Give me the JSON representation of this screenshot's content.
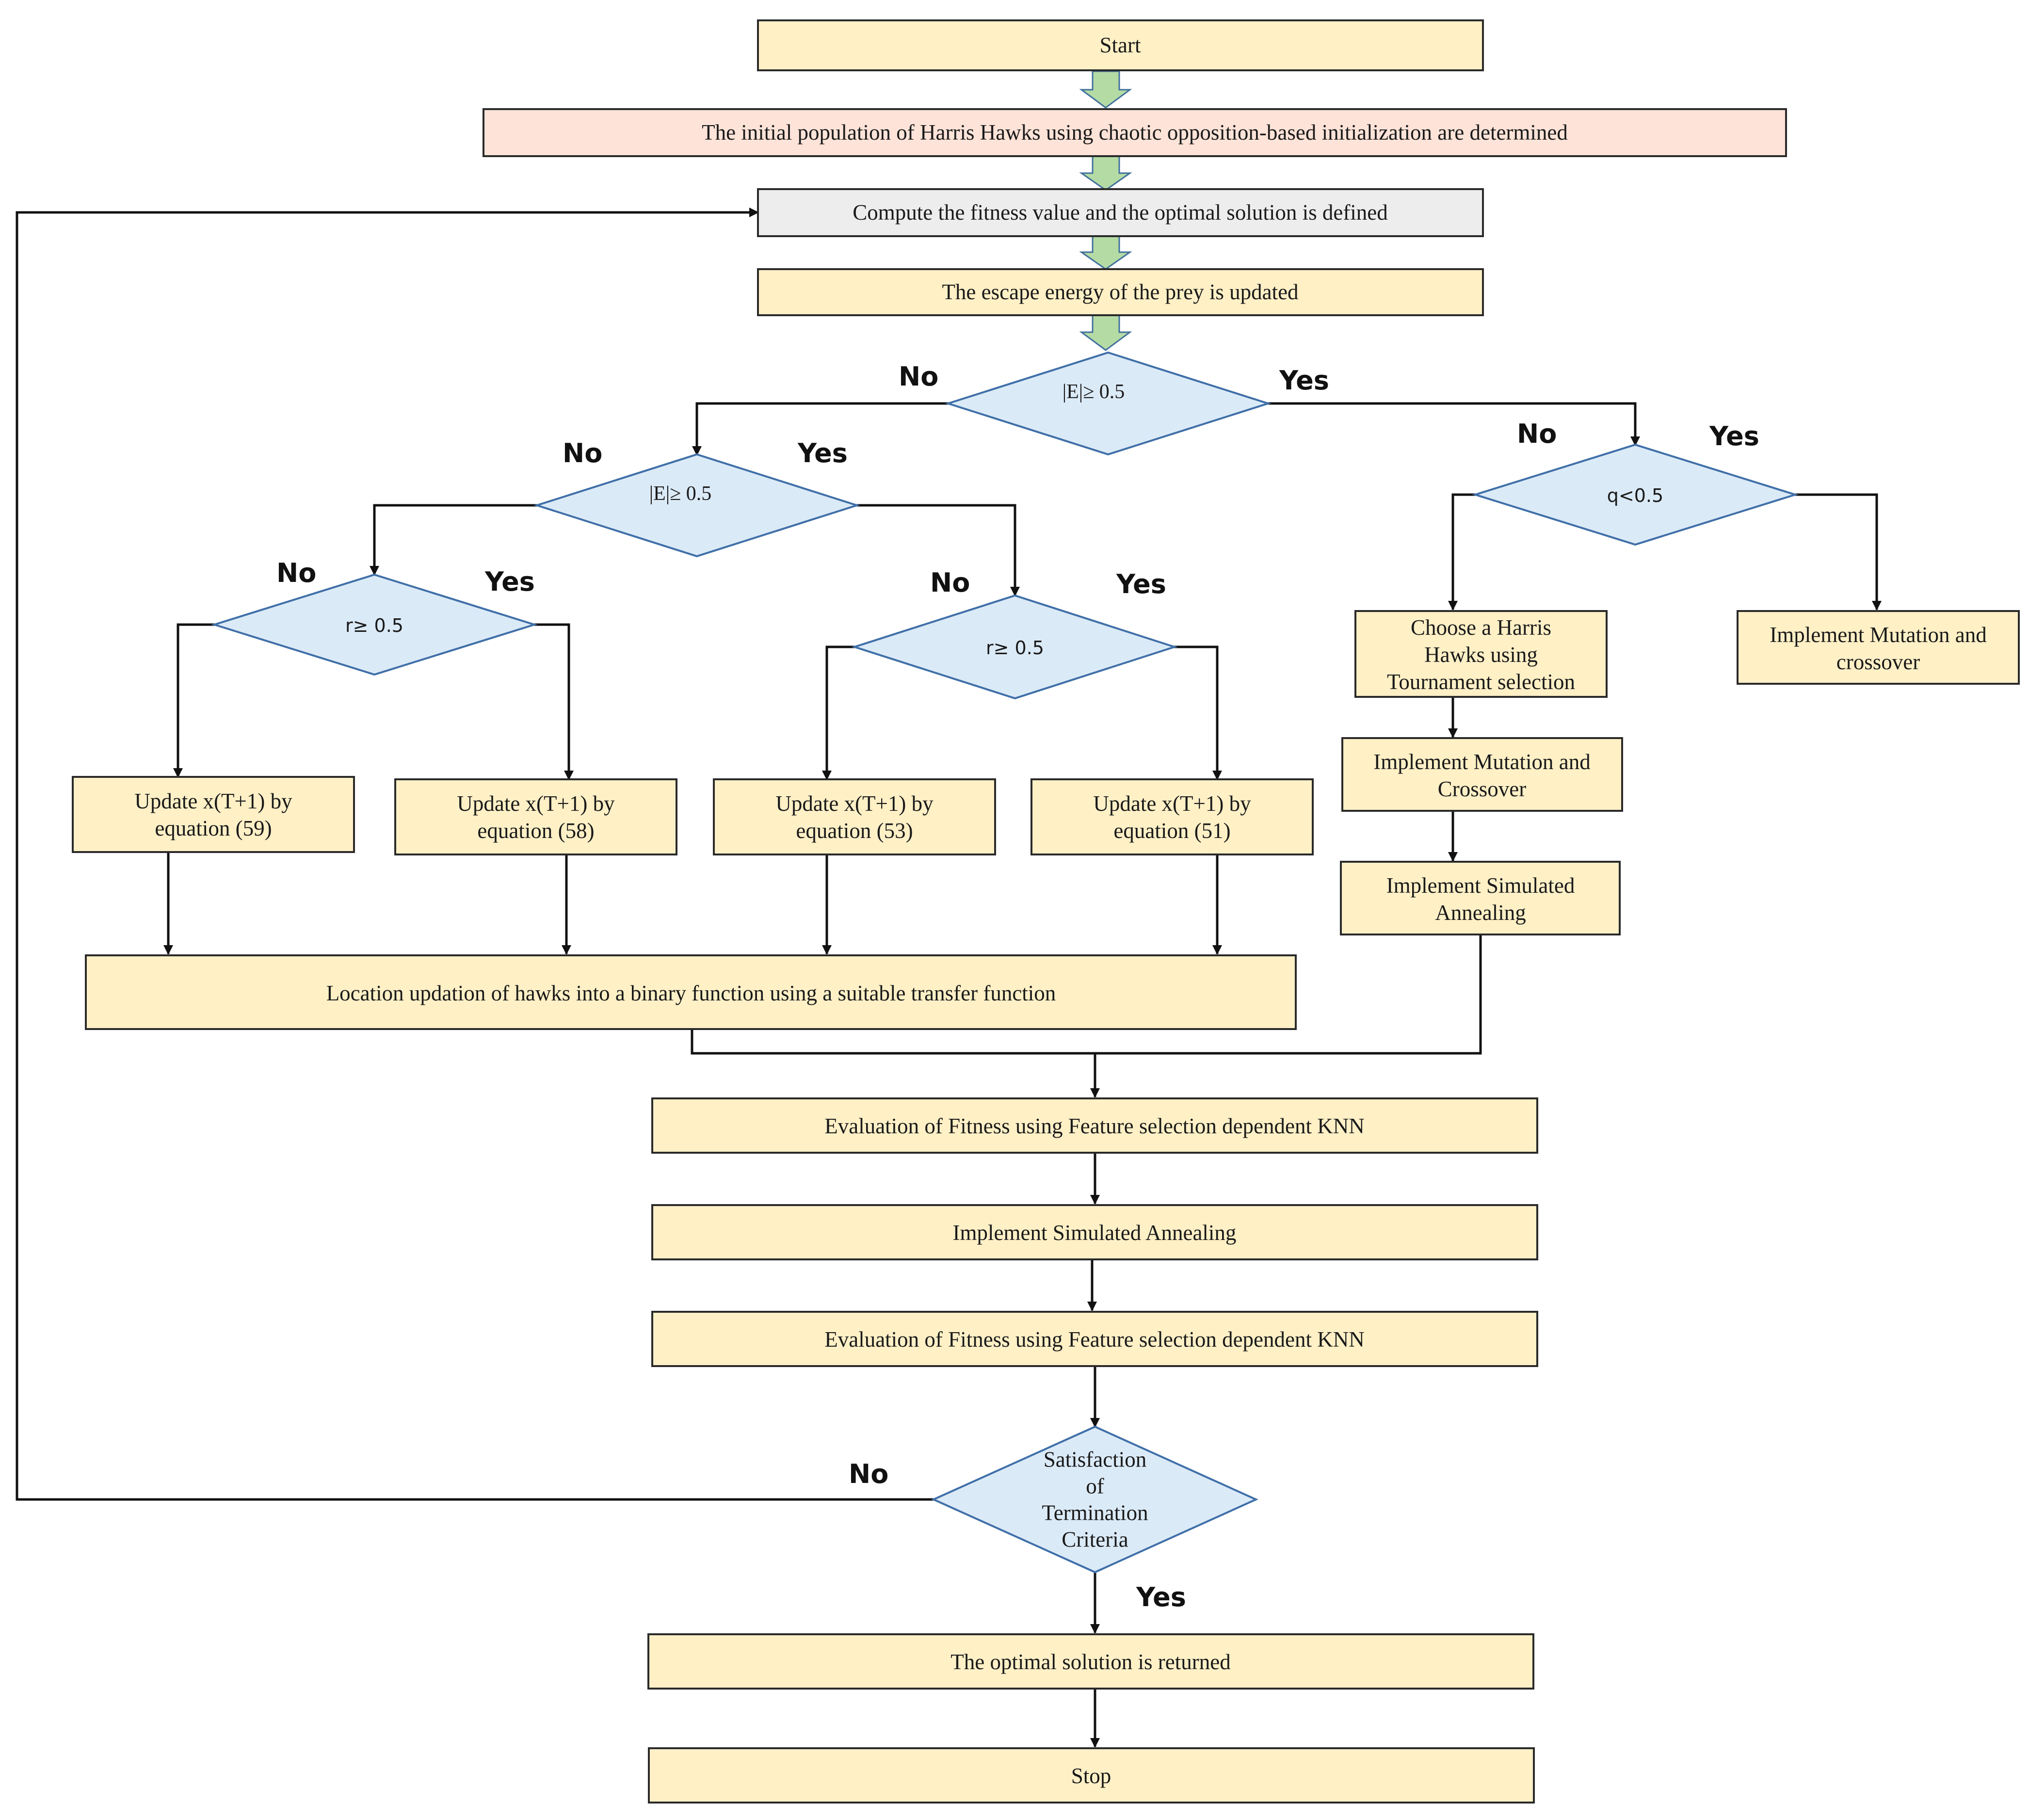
{
  "colors": {
    "process_fill": "#FFF0C6",
    "init_fill": "#FDE3D8",
    "compute_fill": "#EDEDED",
    "decision_fill": "#DBEAF7",
    "decision_stroke": "#3F6FA8",
    "box_stroke": "#2a2a2a",
    "arrow_fill": "#B5DBA5",
    "arrow_stroke": "#41719C"
  },
  "nodes": {
    "start": [
      "Start"
    ],
    "init": [
      "The initial population of Harris Hawks using chaotic opposition-based initialization are determined"
    ],
    "compute": [
      "Compute the fitness value and the optimal solution is defined"
    ],
    "escape": [
      "The escape energy of the prey is updated"
    ],
    "d_main": [
      "|E|≥ 0.5"
    ],
    "d_left": [
      "|E|≥ 0.5"
    ],
    "d_q": [
      "q<0.5"
    ],
    "d_r1": [
      "r≥ 0.5"
    ],
    "d_r2": [
      "r≥ 0.5"
    ],
    "u59": [
      "Update x(T+1) by",
      "equation (59)"
    ],
    "u58": [
      "Update x(T+1) by",
      "equation (58)"
    ],
    "u53": [
      "Update x(T+1) by",
      "equation (53)"
    ],
    "u51": [
      "Update x(T+1) by",
      "equation (51)"
    ],
    "choose": [
      "Choose a Harris",
      "Hawks using",
      "Tournament selection"
    ],
    "mut_right": [
      "Implement Mutation and",
      "crossover"
    ],
    "mut_mid": [
      "Implement Mutation and",
      "Crossover"
    ],
    "sa_right": [
      "Implement Simulated",
      "Annealing"
    ],
    "location": [
      "Location updation of hawks into a binary function using a suitable transfer function"
    ],
    "eval1": [
      "Evaluation of Fitness using Feature selection dependent KNN"
    ],
    "sa_main": [
      "Implement Simulated Annealing"
    ],
    "eval2": [
      "Evaluation of Fitness using Feature selection dependent KNN"
    ],
    "d_term": [
      "Satisfaction",
      "of",
      "Termination",
      "Criteria"
    ],
    "optimal": [
      "The optimal solution is returned"
    ],
    "stop": [
      "Stop"
    ]
  },
  "branch_labels": {
    "main_no": "No",
    "main_yes": "Yes",
    "left_no": "No",
    "left_yes": "Yes",
    "q_no": "No",
    "q_yes": "Yes",
    "r1_no": "No",
    "r1_yes": "Yes",
    "r2_no": "No",
    "r2_yes": "Yes",
    "term_no": "No",
    "term_yes": "Yes"
  }
}
